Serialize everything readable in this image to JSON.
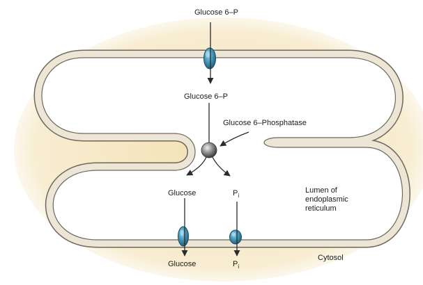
{
  "colors": {
    "background": "#ffffff",
    "cytosol_wash": "#f2dfae",
    "membrane": "#ede6d6",
    "membrane_outline": "#6f675a",
    "lumen": "#ffffff",
    "transporter": "#3f8fb0",
    "enzyme": "#8a8a8a",
    "arrow": "#2b2b2b"
  },
  "icons": {
    "transporter": "membrane-transporter-icon",
    "enzyme": "enzyme-sphere-icon"
  },
  "labels": {
    "glucose6p_outside": "Glucose 6–P",
    "glucose6p_inside": "Glucose 6–P",
    "enzyme": "Glucose 6–Phosphatase",
    "glucose_inside": "Glucose",
    "pi_inside_main": "P",
    "pi_inside_sub": "i",
    "lumen": "Lumen of endoplasmic reticulum",
    "glucose_outside": "Glucose",
    "pi_outside_main": "P",
    "pi_outside_sub": "i",
    "cytosol": "Cytosol"
  }
}
